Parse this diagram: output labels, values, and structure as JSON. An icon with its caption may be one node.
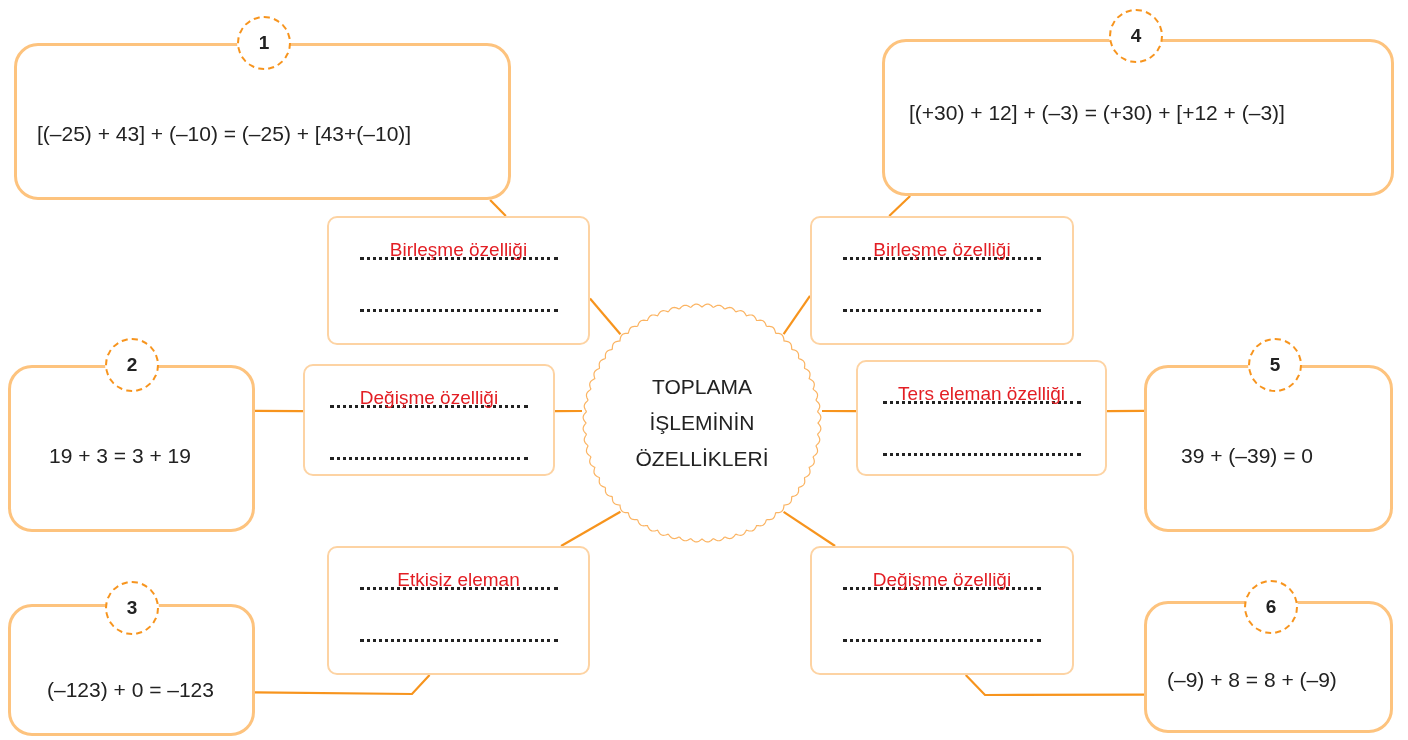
{
  "diagram": {
    "nodes": [
      {
        "text": [
          "1",
          "[(–25) + 43] + (–10) = (–25) + [43+(–10)]"
        ]
      },
      {
        "text": [
          "Birleşme özelliği"
        ]
      },
      {
        "text": [
          "4",
          "[(+30) + 12] + (–3) = (+30) + [+12 + (–3)]"
        ]
      },
      {
        "text": [
          "Birleşme özelliği"
        ]
      },
      {
        "text": [
          "2",
          "19 + 3 = 3 + 19"
        ]
      },
      {
        "text": [
          "Değişme özelliği"
        ]
      },
      {
        "text": [
          "TOPLAMA İŞLEMİNİN ÖZELLİKLERİ"
        ]
      },
      {
        "text": [
          "Ters eleman özelliği"
        ]
      },
      {
        "text": [
          "5",
          "39 + (–39) = 0"
        ]
      },
      {
        "text": [
          "3",
          "(–123) + 0 = –123"
        ]
      },
      {
        "text": [
          "Etkisiz eleman"
        ]
      },
      {
        "text": [
          "Değişme özelliği"
        ]
      },
      {
        "text": [
          "6",
          "(–9) + 8 = 8 + (–9)"
        ]
      }
    ],
    "edges": [
      {
        "from": 0,
        "to": 1,
        "arrow": "none"
      },
      {
        "from": 1,
        "to": 6,
        "arrow": "none"
      },
      {
        "from": 2,
        "to": 3,
        "arrow": "none"
      },
      {
        "from": 3,
        "to": 6,
        "arrow": "none"
      },
      {
        "from": 4,
        "to": 5,
        "arrow": "none"
      },
      {
        "from": 5,
        "to": 6,
        "arrow": "none"
      },
      {
        "from": 6,
        "to": 7,
        "arrow": "none"
      },
      {
        "from": 7,
        "to": 8,
        "arrow": "none"
      },
      {
        "from": 6,
        "to": 10,
        "arrow": "none"
      },
      {
        "from": 10,
        "to": 9,
        "arrow": "none"
      },
      {
        "from": 6,
        "to": 11,
        "arrow": "none"
      },
      {
        "from": 11,
        "to": 12,
        "arrow": "none"
      }
    ]
  }
}
